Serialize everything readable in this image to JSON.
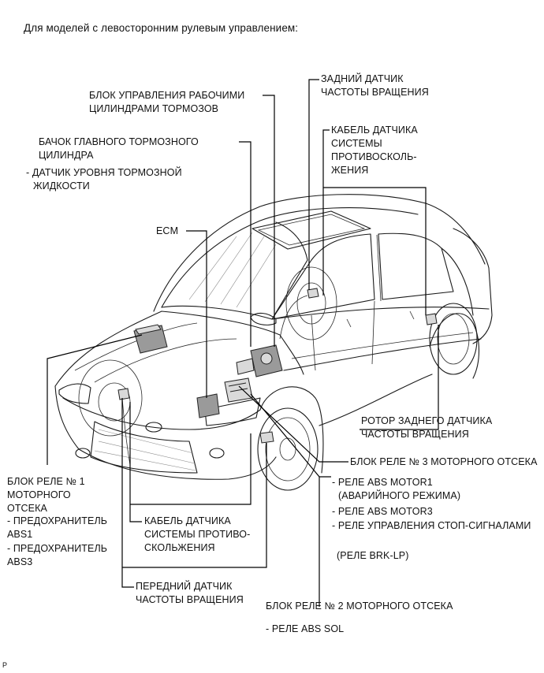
{
  "heading": "Для моделей с левосторонним рулевым управлением:",
  "labels": {
    "brake_actuator": [
      "БЛОК УПРАВЛЕНИЯ РАБОЧИМИ",
      "ЦИЛИНДРАМИ ТОРМОЗОВ"
    ],
    "master_cyl": [
      "БАЧОК ГЛАВНОГО ТОРМОЗНОГО",
      "ЦИЛИНДРА"
    ],
    "brake_level": [
      "- ДАТЧИК УРОВНЯ ТОРМОЗНОЙ",
      "ЖИДКОСТИ"
    ],
    "ecm": "ECM",
    "rear_speed_sensor": [
      "ЗАДНИЙ ДАТЧИК",
      "ЧАСТОТЫ ВРАЩЕНИЯ"
    ],
    "rear_wire": [
      "КАБЕЛЬ ДАТЧИКА",
      "СИСТЕМЫ",
      "ПРОТИВОСКОЛЬ-",
      "ЖЕНИЯ"
    ],
    "rear_rotor": [
      "РОТОР ЗАДНЕГО ДАТЧИКА",
      "ЧАСТОТЫ ВРАЩЕНИЯ"
    ],
    "relay_block_3": "БЛОК РЕЛЕ № 3 МОТОРНОГО ОТСЕКА",
    "relay_motor1": [
      "- РЕЛЕ ABS MOTOR1",
      "(АВАРИЙНОГО РЕЖИМА)"
    ],
    "relay_motor3": "- РЕЛЕ ABS MOTOR3",
    "relay_stop": "- РЕЛЕ УПРАВЛЕНИЯ СТОП-СИГНАЛАМИ",
    "relay_brklp": "(РЕЛЕ BRK-LP)",
    "relay_block_1": [
      "БЛОК РЕЛЕ № 1",
      "МОТОРНОГО",
      "ОТСЕКА"
    ],
    "fuse_abs1": [
      "- ПРЕДОХРАНИТЕЛЬ",
      "ABS1"
    ],
    "fuse_abs3": [
      "- ПРЕДОХРАНИТЕЛЬ",
      "ABS3"
    ],
    "front_wire": [
      "КАБЕЛЬ ДАТЧИКА",
      "СИСТЕМЫ ПРОТИВО-",
      "СКОЛЬЖЕНИЯ"
    ],
    "front_speed_sensor": [
      "ПЕРЕДНИЙ ДАТЧИК",
      "ЧАСТОТЫ ВРАЩЕНИЯ"
    ],
    "relay_block_2": "БЛОК РЕЛЕ № 2 МОТОРНОГО ОТСЕКА",
    "relay_sol": "- РЕЛЕ ABS SOL"
  },
  "corner_mark": "P"
}
